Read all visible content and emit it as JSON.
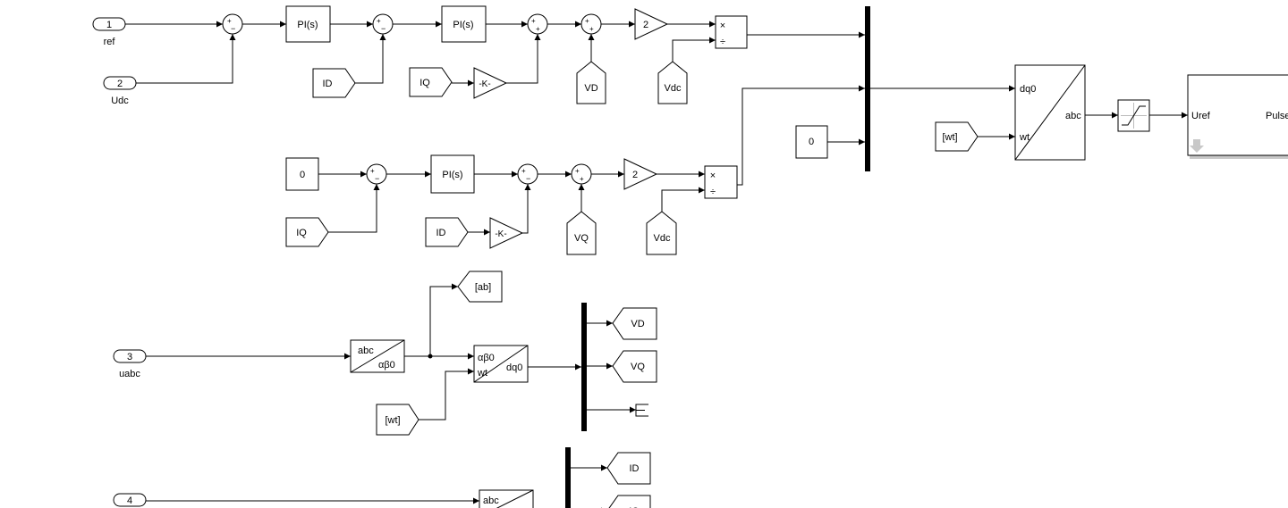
{
  "inports": [
    {
      "num": "1",
      "name": "ref"
    },
    {
      "num": "2",
      "name": "Udc"
    },
    {
      "num": "3",
      "name": "uabc"
    },
    {
      "num": "4",
      "name": ""
    }
  ],
  "pi_label": "PI(s)",
  "gain_minus_k": "-K-",
  "gain_two": "2",
  "constant_zero": "0",
  "product_symbols": {
    "times": "×",
    "divide": "÷"
  },
  "sum_signs": {
    "plus": "+",
    "minus": "−"
  },
  "goto_tags": {
    "ab": "[ab]",
    "vd": "VD",
    "vq": "VQ",
    "id": "ID",
    "iq": "IQ"
  },
  "from_tags": {
    "id": "ID",
    "iq": "IQ",
    "vd": "VD",
    "vq": "VQ",
    "vdc": "Vdc",
    "wt": "[wt]"
  },
  "dq0_to_abc": {
    "in_dq0": "dq0",
    "in_wt": "wt",
    "out_abc": "abc"
  },
  "abc_to_ab0": {
    "top": "abc",
    "bottom": "αβ0"
  },
  "ab0_to_dq0": {
    "in_ab0": "αβ0",
    "in_wt": "wt",
    "out_dq0": "dq0"
  },
  "abc_bottom": {
    "top": "abc"
  },
  "pwm": {
    "in_label": "Uref",
    "out_label": "Pulse"
  }
}
